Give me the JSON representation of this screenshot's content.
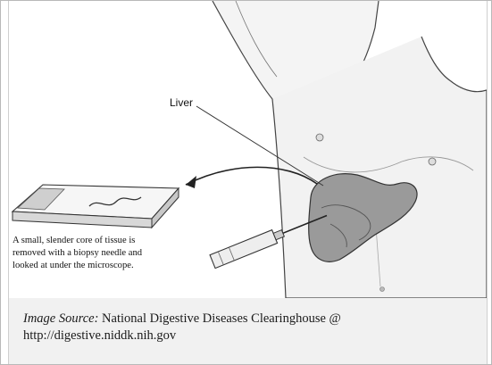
{
  "figure": {
    "liver_label": "Liver",
    "caption_lines": [
      "A small, slender core of tissue is",
      "removed with a biopsy needle and",
      "looked at under the microscope."
    ]
  },
  "source": {
    "label": "Image Source:",
    "text": " National Digestive Diseases Clearinghouse @",
    "url": "http://digestive.niddk.nih.gov"
  },
  "colors": {
    "source_bar_bg": "#f1f1f1",
    "liver_tone": "#8a8a8a"
  }
}
